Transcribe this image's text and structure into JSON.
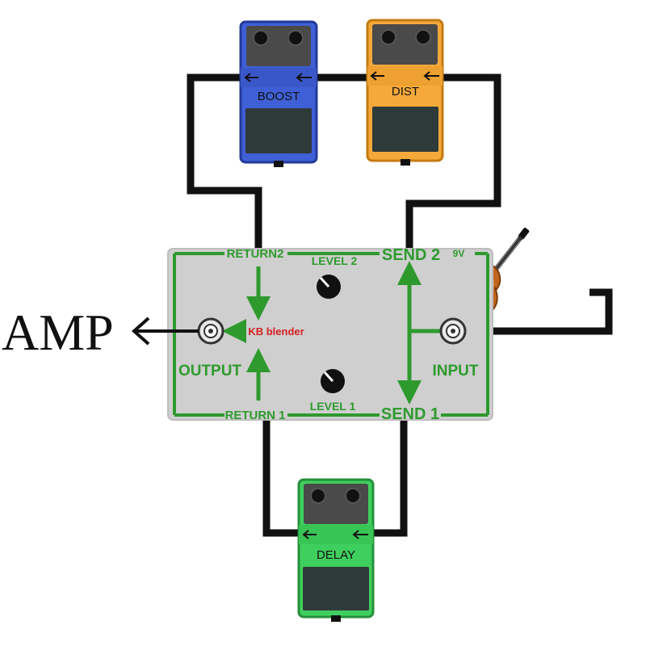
{
  "amp_label": "AMP",
  "blender": {
    "name": "KB blender",
    "return2": "RETURN2",
    "return1": "RETURN 1",
    "level2": "LEVEL 2",
    "level1": "LEVEL 1",
    "send2": "SEND 2",
    "send1": "SEND 1",
    "voltage": "9V",
    "output": "OUTPUT",
    "input": "INPUT"
  },
  "pedals": {
    "boost": {
      "label": "BOOST",
      "color": "#3f5fd6"
    },
    "dist": {
      "label": "DIST",
      "color": "#f5a93a"
    },
    "delay": {
      "label": "DELAY",
      "color": "#3fcf5e"
    }
  },
  "colors": {
    "green": "#2e9a2e",
    "panel": "#cfcfcf",
    "cable": "#111111",
    "brand": "#d42020"
  }
}
